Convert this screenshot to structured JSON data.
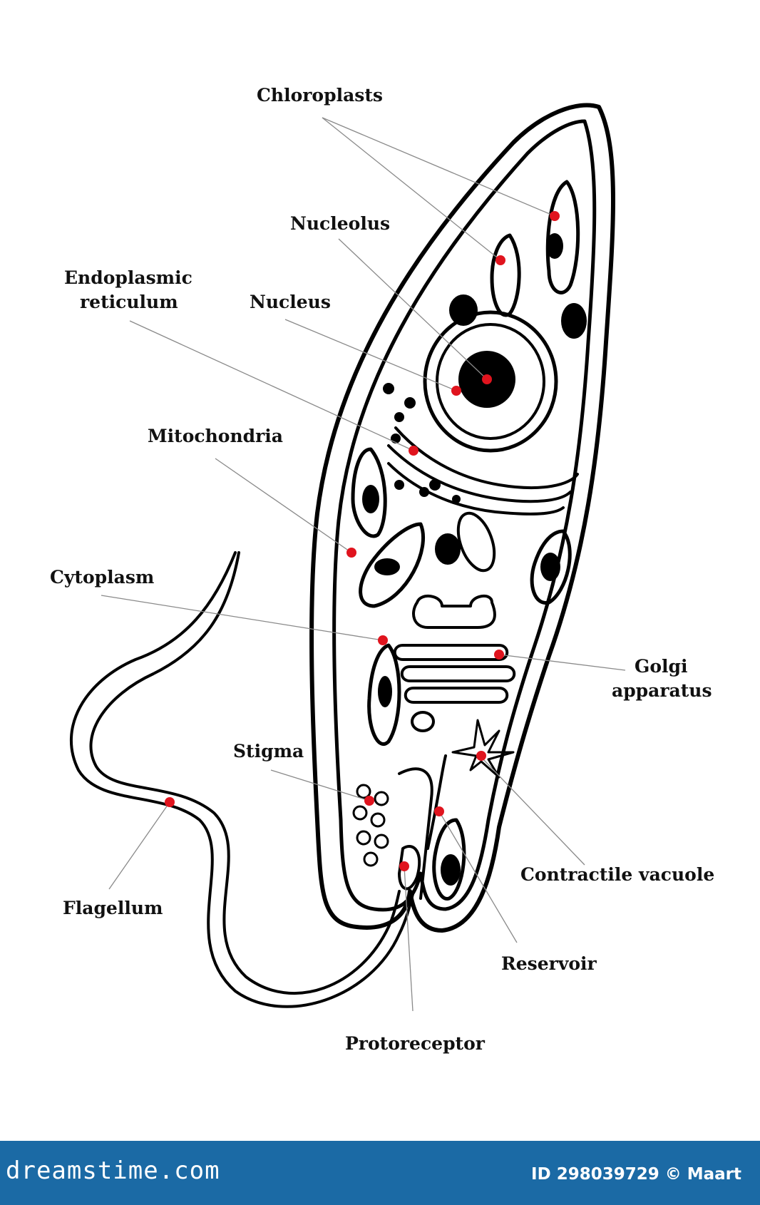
{
  "labels": {
    "chloroplasts": "Chloroplasts",
    "nucleolus": "Nucleolus",
    "er_line1": "Endoplasmic",
    "er_line2": "reticulum",
    "nucleus": "Nucleus",
    "mitochondria": "Mitochondria",
    "cytoplasm": "Cytoplasm",
    "golgi_line1": "Golgi",
    "golgi_line2": "apparatus",
    "stigma": "Stigma",
    "flagellum": "Flagellum",
    "contractile_vacuole": "Contractile vacuole",
    "reservoir": "Reservoir",
    "protoreceptor": "Protoreceptor"
  },
  "footer": {
    "site": "dreamstime.com",
    "credit": "ID 298039729 © Maart"
  },
  "colors": {
    "marker": "#e0141e",
    "footer_bg": "#1b6aa5",
    "ink": "#000000"
  }
}
